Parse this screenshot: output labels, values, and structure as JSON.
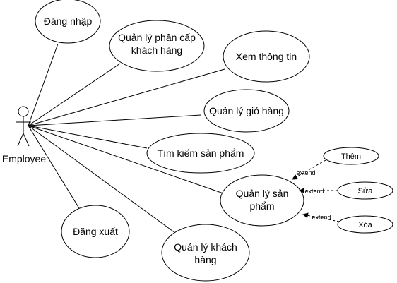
{
  "actor": {
    "name": "Employee"
  },
  "use_cases": {
    "login": "Đăng nhập",
    "customer_tier_line1": "Quản lý phân cấp",
    "customer_tier_line2": "khách hàng",
    "view_info": "Xem thông tin",
    "cart": "Quản lý giỏ hàng",
    "search": "Tìm kiếm sản phẩm",
    "product_line1": "Quản lý sản",
    "product_line2": "phẩm",
    "logout": "Đăng xuất",
    "customer_line1": "Quản lý khách",
    "customer_line2": "hàng",
    "add": "Thêm",
    "edit": "Sửa",
    "delete": "Xóa"
  },
  "relations": {
    "extend_add": "extend",
    "extend_edit": "extend",
    "extend_delete": "extend"
  }
}
